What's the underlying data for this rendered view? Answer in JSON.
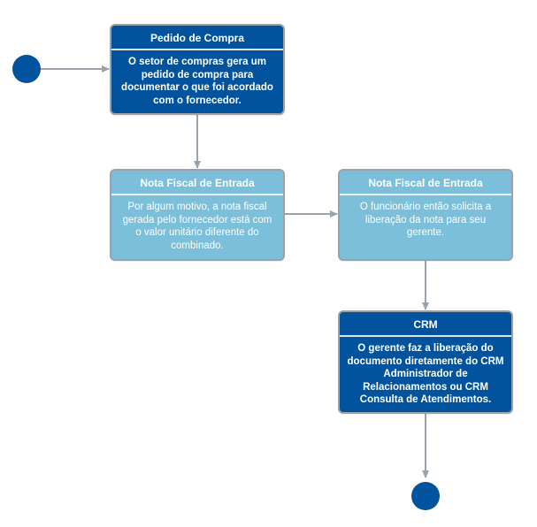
{
  "colors": {
    "dark_fill": "#01539e",
    "light_fill": "#7bbfda",
    "connector": "#9aa3ab"
  },
  "nodes": {
    "pedido": {
      "title": "Pedido de Compra",
      "text": "O setor de compras gera um pedido de compra para documentar o que foi acordado com o fornecedor."
    },
    "nf1": {
      "title": "Nota Fiscal de Entrada",
      "text": "Por algum motivo, a nota fiscal gerada pelo fornecedor está com o valor unitário diferente do combinado."
    },
    "nf2": {
      "title": "Nota Fiscal de Entrada",
      "text": "O funcionário então solicita a liberação da nota para seu gerente."
    },
    "crm": {
      "title": "CRM",
      "text": "O gerente faz a liberação do documento diretamente do CRM Administrador de Relacionamentos ou CRM Consulta de Atendimentos."
    }
  }
}
